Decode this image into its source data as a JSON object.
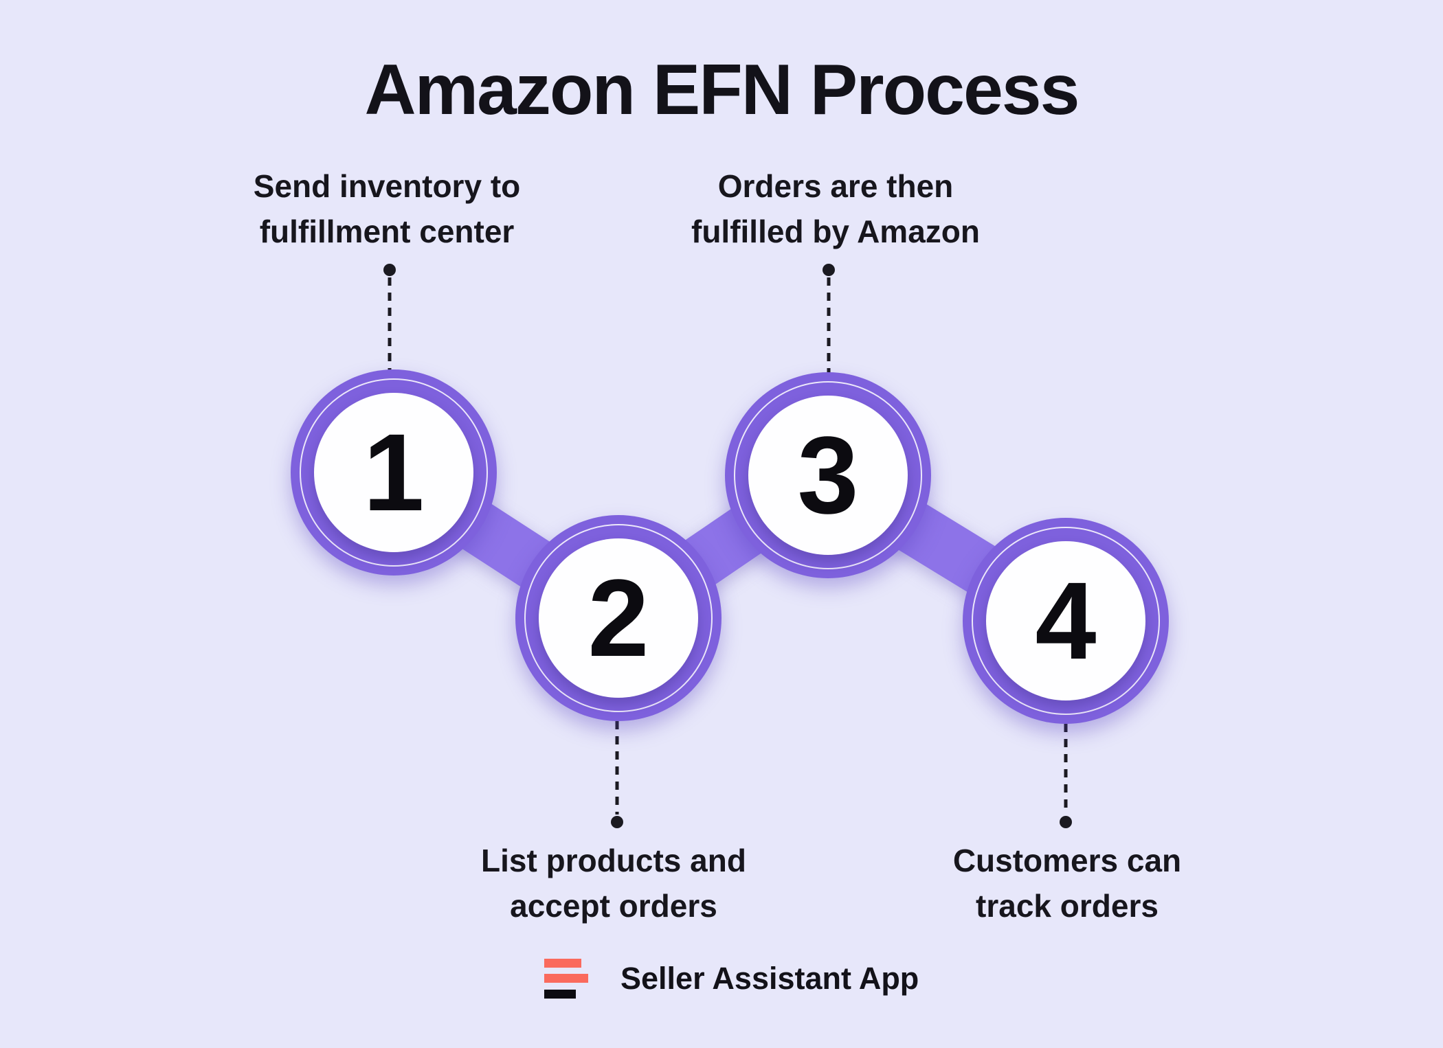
{
  "title": "Amazon EFN Process",
  "steps": [
    {
      "number": "1",
      "label_line1": "Send inventory to",
      "label_line2": "fulfillment center",
      "label_position": "top"
    },
    {
      "number": "2",
      "label_line1": "List products and",
      "label_line2": "accept orders",
      "label_position": "bottom"
    },
    {
      "number": "3",
      "label_line1": "Orders are then",
      "label_line2": "fulfilled by Amazon",
      "label_position": "top"
    },
    {
      "number": "4",
      "label_line1": "Customers can",
      "label_line2": "track orders",
      "label_position": "bottom"
    }
  ],
  "footer": {
    "brand": "Seller Assistant App",
    "logo_icon": "three-bars-logo"
  },
  "colors": {
    "background": "#e7e7fa",
    "circle_ring": "#7e61dd",
    "connector": "#8d73e8",
    "circle_fill": "#fefeff",
    "text_dark": "#131219",
    "leader_line": "#1b1a21",
    "logo_salmon": "#fa6a5d",
    "logo_black": "#0c0b10"
  }
}
